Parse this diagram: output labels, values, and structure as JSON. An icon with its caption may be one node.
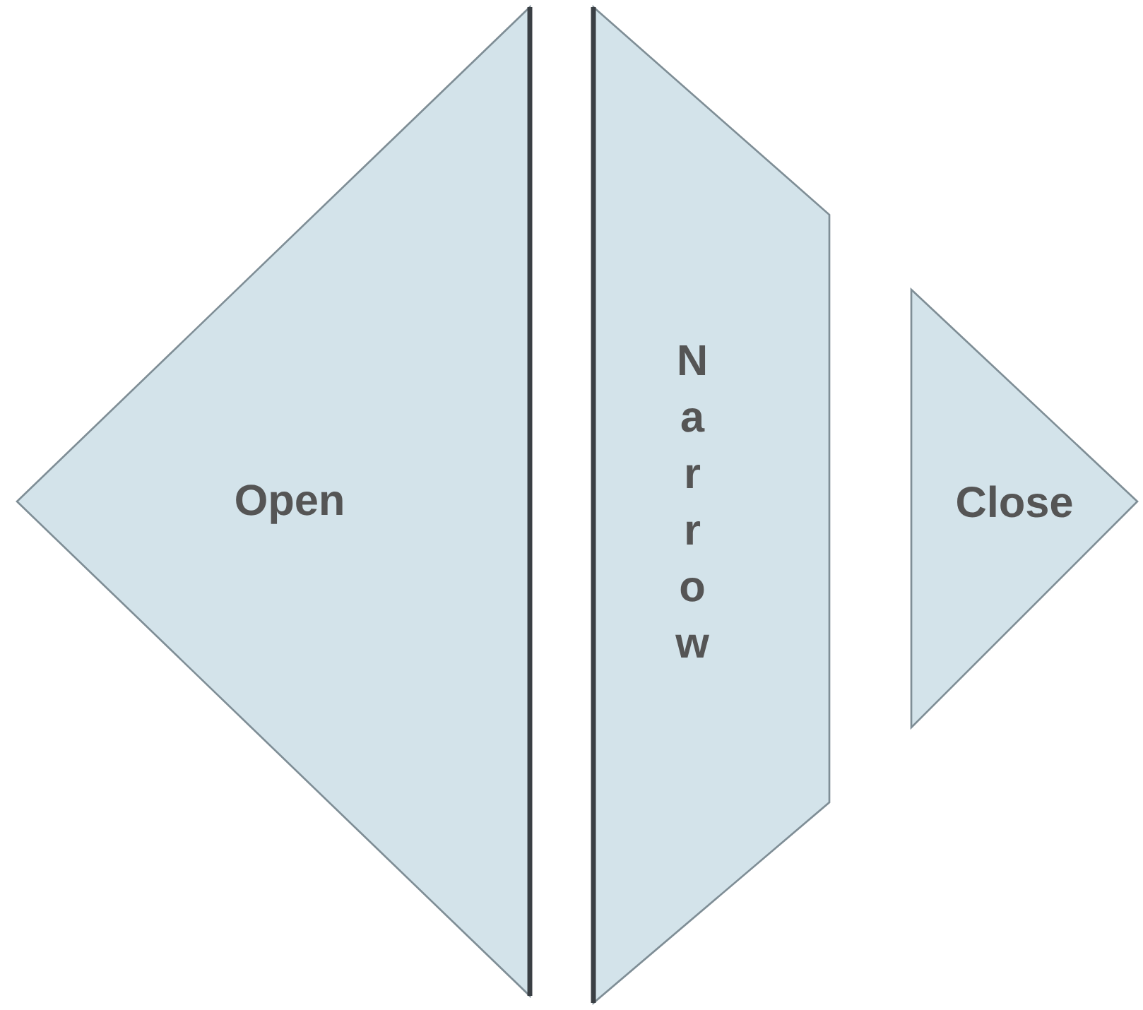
{
  "diagram": {
    "nodes": [
      {
        "text": [
          "Open"
        ]
      },
      {
        "text": [
          "Narrow"
        ]
      },
      {
        "text": [
          "Close"
        ]
      }
    ]
  }
}
